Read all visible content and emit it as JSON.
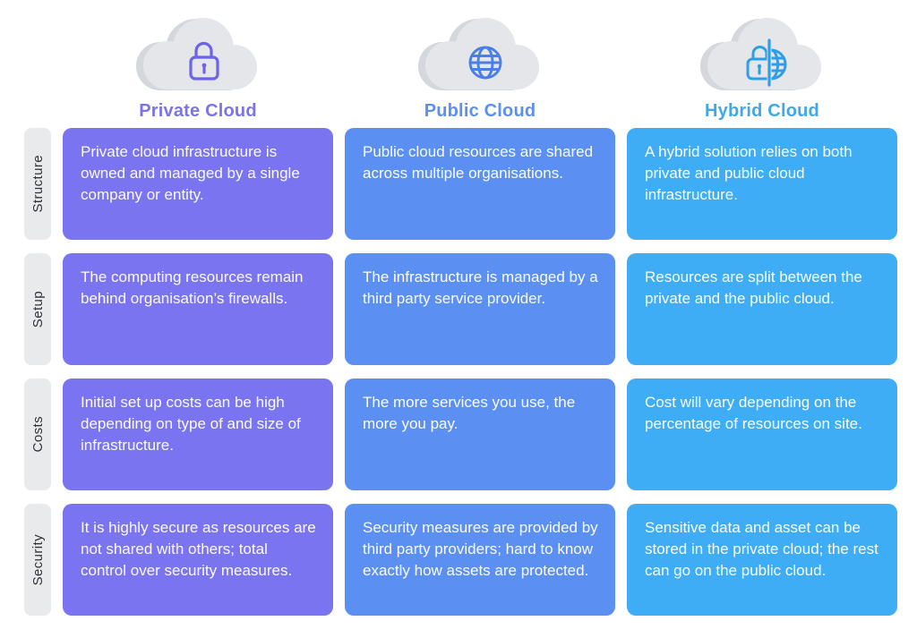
{
  "columns": [
    {
      "title": "Private Cloud",
      "icon": "lock-icon",
      "cell_color": "#7B74F0",
      "title_color": "#7B74E8",
      "icon_color": "#6C63E8"
    },
    {
      "title": "Public Cloud",
      "icon": "globe-icon",
      "cell_color": "#5B90F2",
      "title_color": "#5B8FF2",
      "icon_color": "#4A7FE8"
    },
    {
      "title": "Hybrid Cloud",
      "icon": "lock-globe-icon",
      "cell_color": "#3FADF5",
      "title_color": "#3FA9E8",
      "icon_color": "#2E9FE6"
    }
  ],
  "rows": [
    {
      "label": "Structure",
      "cells": [
        "Private cloud infrastructure is owned and managed by a single company or entity.",
        "Public cloud resources are shared across multiple organisations.",
        "A hybrid solution relies on both private and public cloud infrastructure."
      ]
    },
    {
      "label": "Setup",
      "cells": [
        "The computing resources remain behind organisation’s firewalls.",
        "The infrastructure is managed by a third party service provider.",
        "Resources are split between the private and the public cloud."
      ]
    },
    {
      "label": "Costs",
      "cells": [
        "Initial set up costs can be high depending on type of and size of infrastructure.",
        "The more services you use, the more you pay.",
        "Cost will vary depending on the percentage of resources on site."
      ]
    },
    {
      "label": "Security",
      "cells": [
        "It is highly secure as resources are not shared with others; total control over security measures.",
        "Security measures are provided by third party providers; hard to know exactly how assets are protected.",
        "Sensitive data and asset can be stored in the private cloud; the rest can go on the public cloud."
      ]
    }
  ],
  "colors": {
    "background": "#FFFFFF",
    "row_label_bg": "#E9EAEC",
    "row_label_text": "#2F3338",
    "cloud_fill": "#E4E6E9",
    "cloud_shadow": "#D4D7DB",
    "cell_text": "#FFFFFF"
  }
}
